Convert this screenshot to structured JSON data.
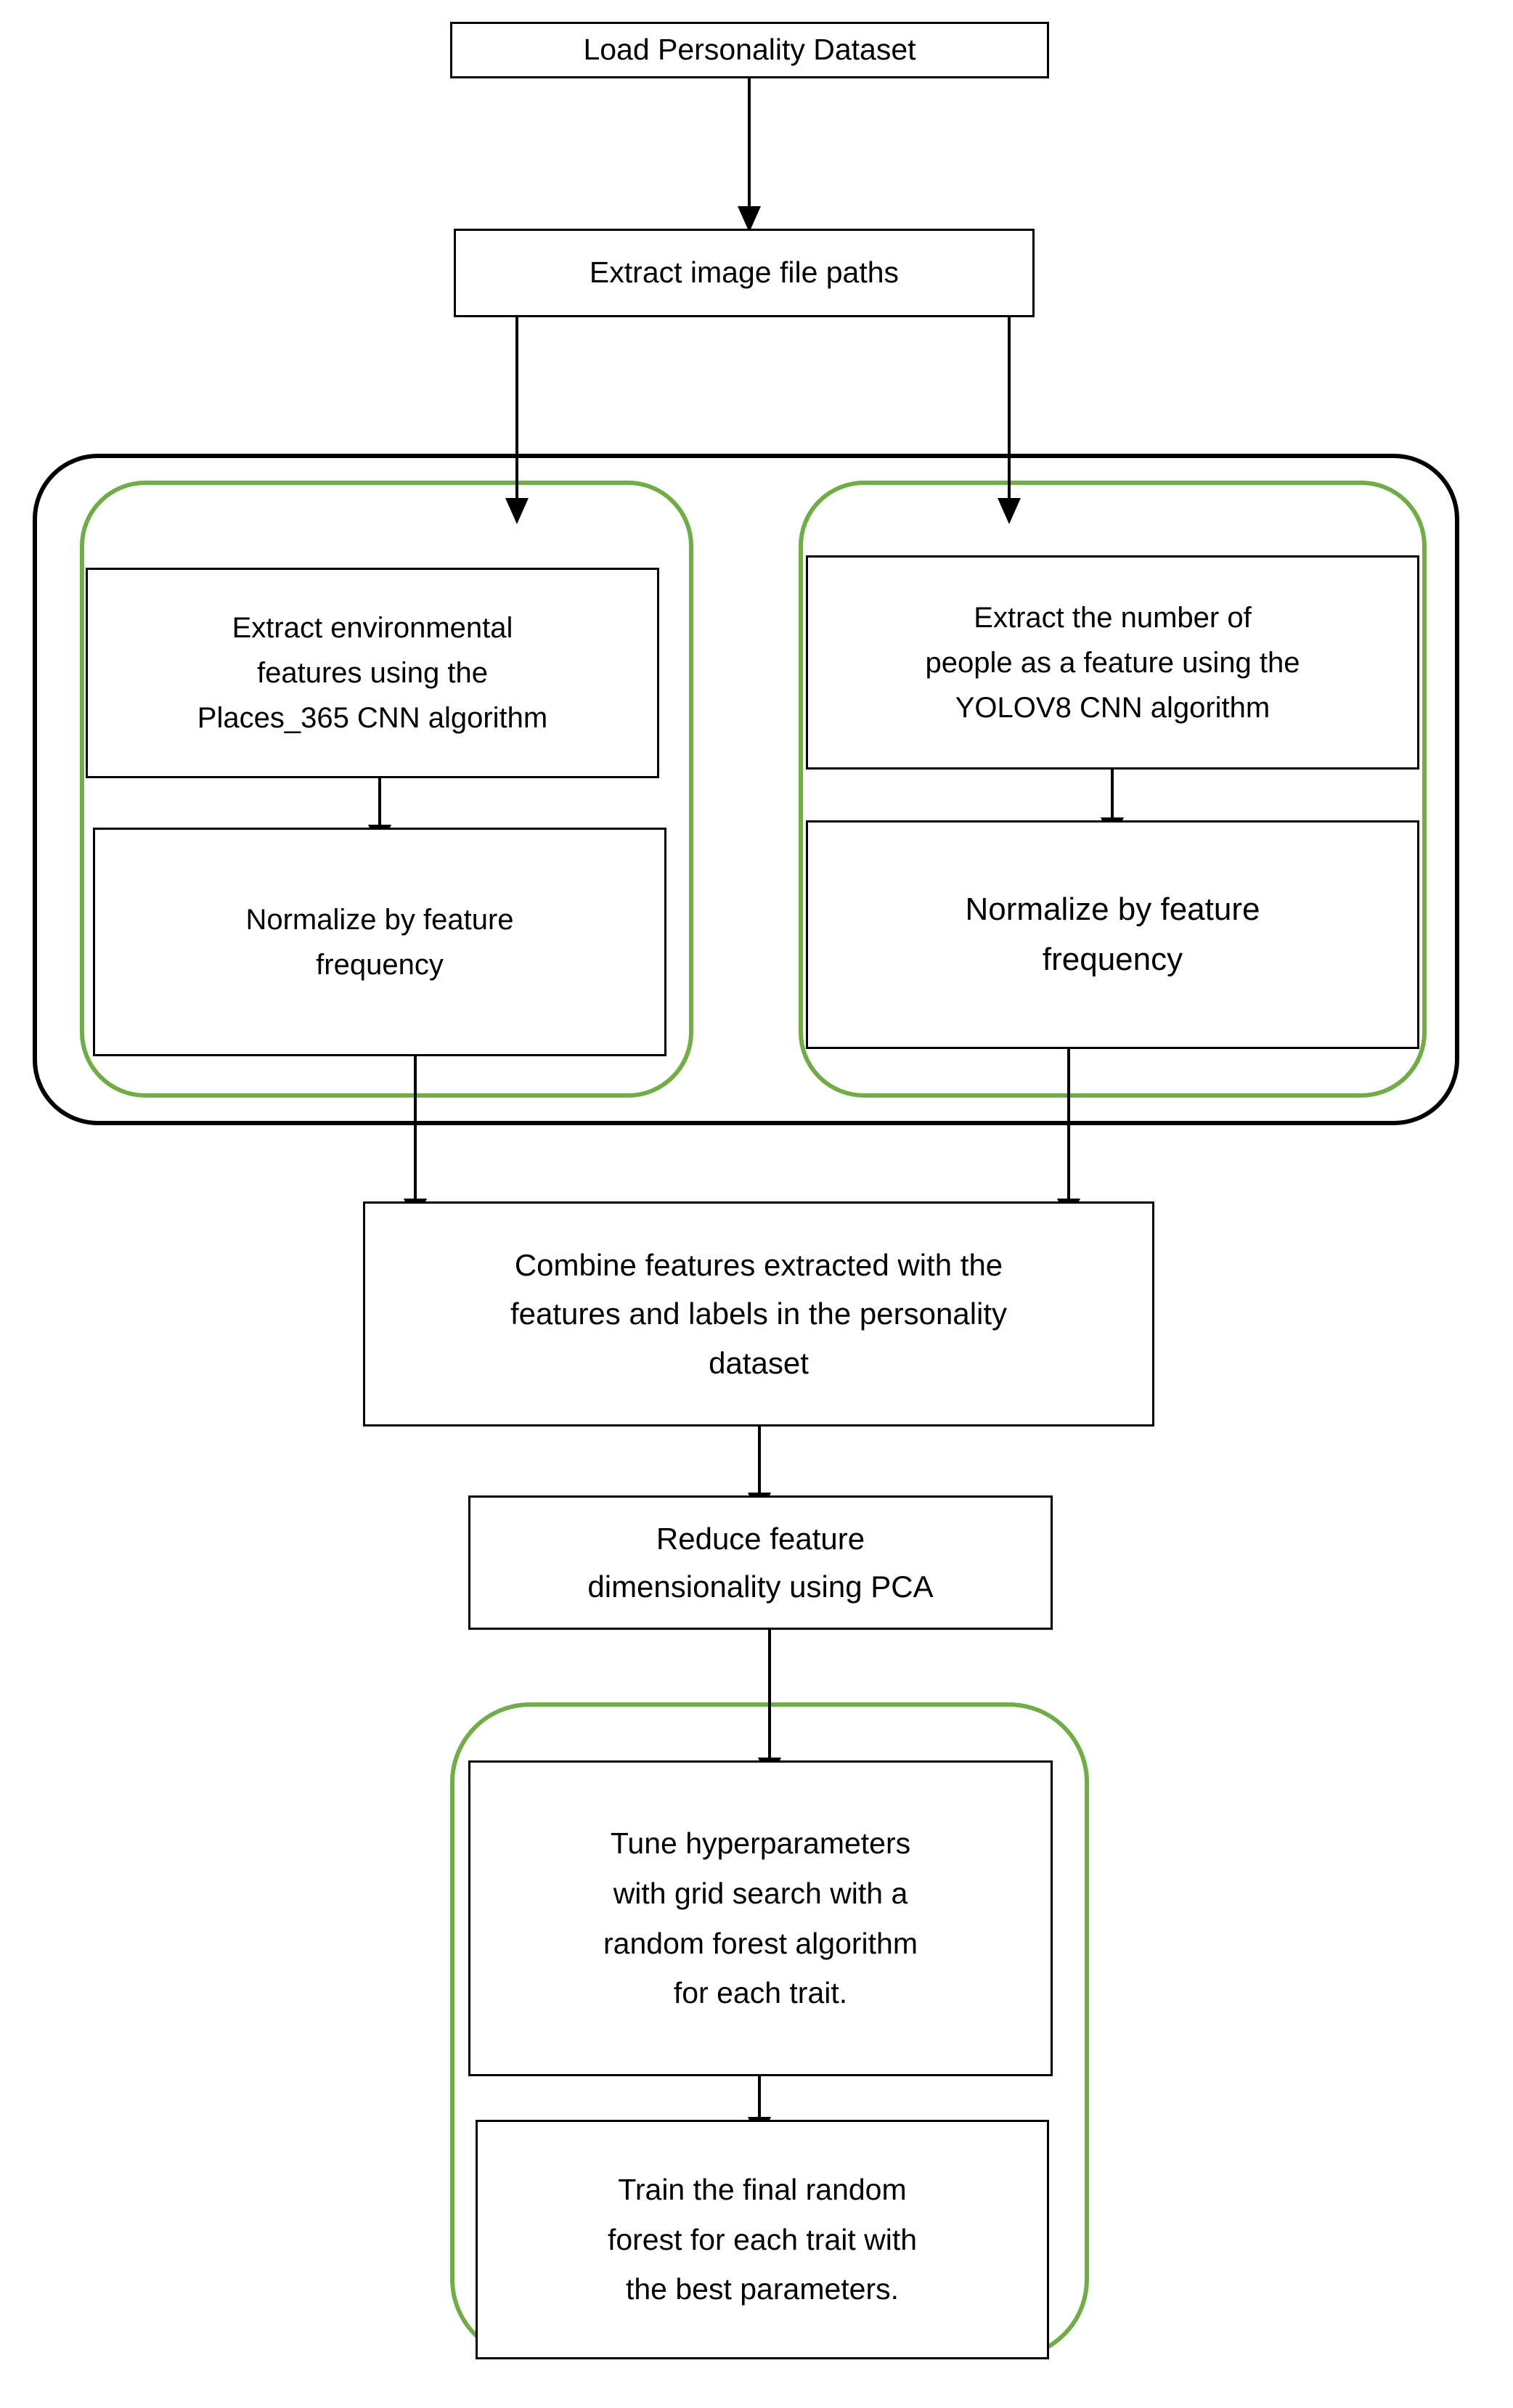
{
  "diagram": {
    "title": "Personality prediction pipeline flowchart",
    "colors": {
      "line": "#000000",
      "group_outer": "#000000",
      "group_inner": "#70AD47",
      "box_border": "#000000",
      "background": "#FFFFFF",
      "text": "#000000"
    },
    "nodes": [
      {
        "id": "load_dataset",
        "label": "Load Personality Dataset"
      },
      {
        "id": "extract_paths",
        "label": "Extract image file paths"
      },
      {
        "id": "extract_env",
        "label": "Extract environmental\nfeatures using the\nPlaces_365 CNN algorithm"
      },
      {
        "id": "normalize_left",
        "label": "Normalize by feature\nfrequency"
      },
      {
        "id": "extract_people",
        "label": "Extract the number of\npeople as a feature using the\nYOLOV8 CNN algorithm"
      },
      {
        "id": "normalize_right",
        "label": "Normalize by feature\nfrequency"
      },
      {
        "id": "combine_features",
        "label": "Combine features extracted with the\nfeatures and labels in the personality\ndataset"
      },
      {
        "id": "reduce_pca",
        "label": "Reduce feature\ndimensionality using PCA"
      },
      {
        "id": "tune_hyperparams",
        "label": "Tune hyperparameters\nwith grid search with a\nrandom forest algorithm\nfor each trait."
      },
      {
        "id": "train_final",
        "label": "Train the final random\nforest for each trait with\nthe best parameters."
      }
    ],
    "groups": [
      {
        "id": "feature_extraction_outer",
        "kind": "outer-black"
      },
      {
        "id": "environmental_branch",
        "kind": "inner-green"
      },
      {
        "id": "people_count_branch",
        "kind": "inner-green"
      },
      {
        "id": "model_training_group",
        "kind": "inner-green"
      }
    ],
    "edges": [
      {
        "from": "load_dataset",
        "to": "extract_paths"
      },
      {
        "from": "extract_paths",
        "to": "environmental_branch"
      },
      {
        "from": "extract_paths",
        "to": "people_count_branch"
      },
      {
        "from": "extract_env",
        "to": "normalize_left"
      },
      {
        "from": "extract_people",
        "to": "normalize_right"
      },
      {
        "from": "normalize_left",
        "to": "combine_features"
      },
      {
        "from": "normalize_right",
        "to": "combine_features"
      },
      {
        "from": "combine_features",
        "to": "reduce_pca"
      },
      {
        "from": "reduce_pca",
        "to": "tune_hyperparams"
      },
      {
        "from": "tune_hyperparams",
        "to": "train_final"
      }
    ]
  }
}
